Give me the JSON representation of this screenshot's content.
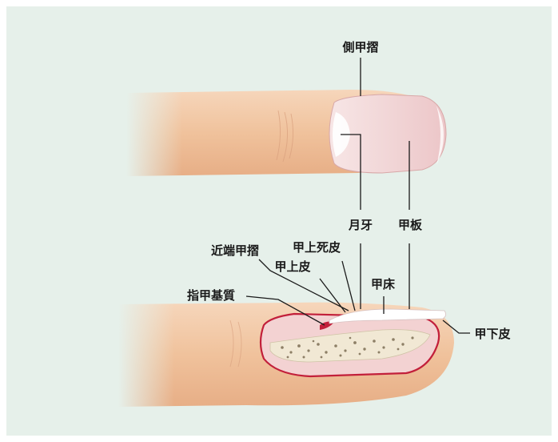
{
  "figure": {
    "background_color": "#e6f0ea",
    "skin_color": "#f2c8a4",
    "nail_color": "#f0d6d6",
    "labels": {
      "lateral_nail_fold": "側甲摺",
      "lunula": "月牙",
      "nail_plate": "甲板",
      "eponychium": "甲上死皮",
      "proximal_nail_fold": "近端甲摺",
      "cuticle": "甲上皮",
      "nail_bed": "甲床",
      "nail_matrix": "指甲基質",
      "hyponychium": "甲下皮"
    }
  }
}
